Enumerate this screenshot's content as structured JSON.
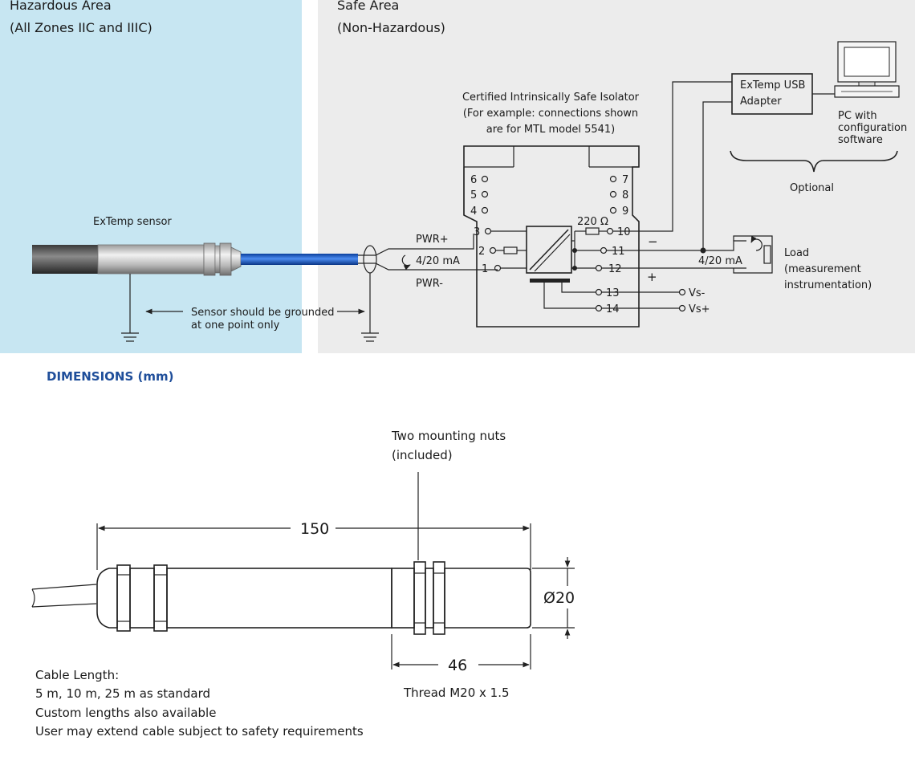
{
  "colors": {
    "hazard_bg": "#c7e6f2",
    "safe_bg": "#ececec",
    "cable_blue": "#1a5fd0",
    "heading_blue": "#1f4e9a"
  },
  "areas": {
    "hazard_title": "Hazardous Area",
    "hazard_sub": "(All Zones IIC and IIIC)",
    "safe_title": "Safe Area",
    "safe_sub": "(Non-Hazardous)"
  },
  "sensor": {
    "label": "ExTemp sensor"
  },
  "grounding_note": [
    "Sensor should be grounded",
    "at one point only"
  ],
  "isolator": {
    "title": [
      "Certified Intrinsically Safe Isolator",
      "(For example: connections shown",
      "are for MTL model 5541)"
    ],
    "left_terminals": [
      "6",
      "5",
      "4",
      "3",
      "2",
      "1"
    ],
    "right_terminals": [
      "7",
      "8",
      "9",
      "10",
      "11",
      "12",
      "13",
      "14"
    ],
    "resistor": "220 Ω"
  },
  "signals": {
    "pwr_plus": "PWR+",
    "pwr_minus": "PWR-",
    "loop_in": "4/20 mA",
    "loop_out": "4/20 mA",
    "minus": "−",
    "plus": "+",
    "vs_minus": "Vs-",
    "vs_plus": "Vs+"
  },
  "load": [
    "Load",
    "(measurement",
    "instrumentation)"
  ],
  "usb_adapter": [
    "ExTemp USB",
    "Adapter"
  ],
  "pc": [
    "PC with",
    "configuration",
    "software"
  ],
  "optional": "Optional",
  "dimensions": {
    "heading": "DIMENSIONS (mm)",
    "nuts_label": [
      "Two mounting nuts",
      "(included)"
    ],
    "length": "150",
    "diameter": "Ø20",
    "thread_length": "46",
    "thread": "Thread M20 x 1.5"
  },
  "cable_notes": [
    "Cable Length:",
    "5 m, 10 m, 25 m as standard",
    "Custom lengths also available",
    "User may extend cable subject to safety requirements"
  ]
}
